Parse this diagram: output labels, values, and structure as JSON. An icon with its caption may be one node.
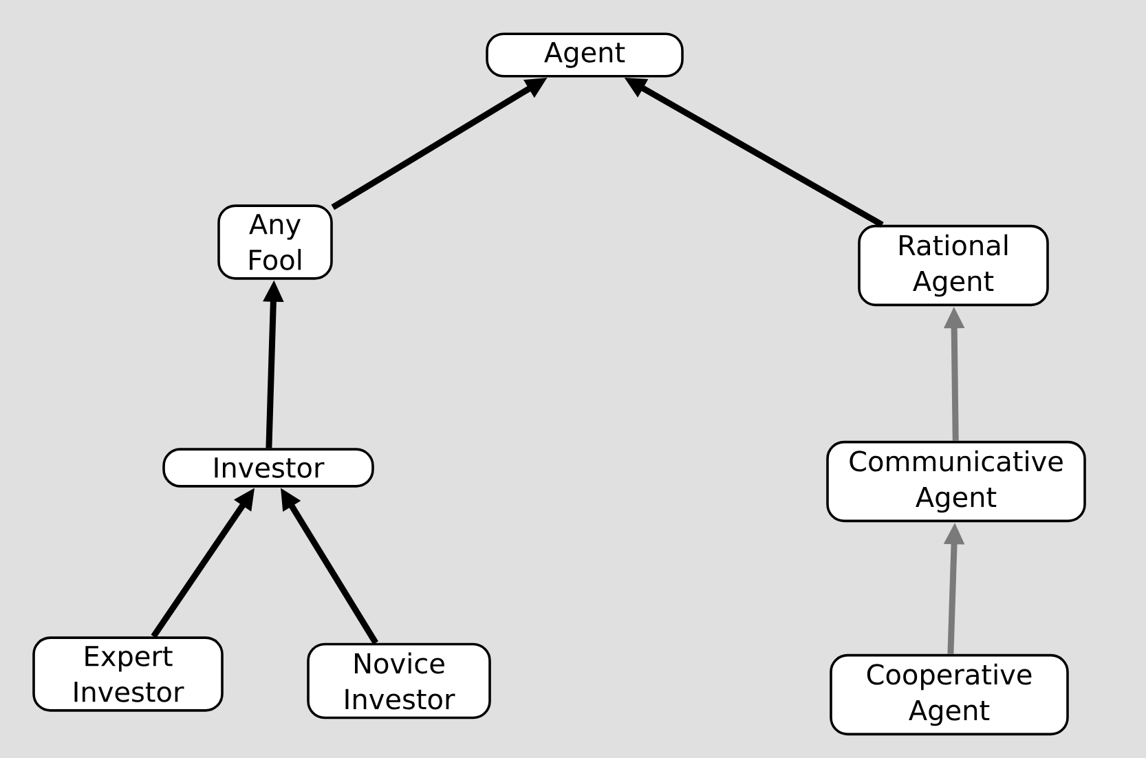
{
  "diagram": {
    "nodes": [
      {
        "text": [
          "Agent"
        ]
      },
      {
        "text": [
          "Any Fool"
        ]
      },
      {
        "text": [
          "Rational Agent"
        ]
      },
      {
        "text": [
          "Investor"
        ]
      },
      {
        "text": [
          "Communicative Agent"
        ]
      },
      {
        "text": [
          "Expert Investor"
        ]
      },
      {
        "text": [
          "Novice Investor"
        ]
      },
      {
        "text": [
          "Cooperative Agent"
        ]
      }
    ],
    "edges": [
      {
        "from": 1,
        "to": 0,
        "arrow": "to"
      },
      {
        "from": 2,
        "to": 0,
        "arrow": "to"
      },
      {
        "from": 3,
        "to": 1,
        "arrow": "to"
      },
      {
        "from": 5,
        "to": 3,
        "arrow": "to"
      },
      {
        "from": 6,
        "to": 3,
        "arrow": "to"
      },
      {
        "from": 4,
        "to": 2,
        "arrow": "to",
        "color": "#7a7a7a"
      },
      {
        "from": 7,
        "to": 4,
        "arrow": "to",
        "color": "#7a7a7a"
      }
    ]
  }
}
